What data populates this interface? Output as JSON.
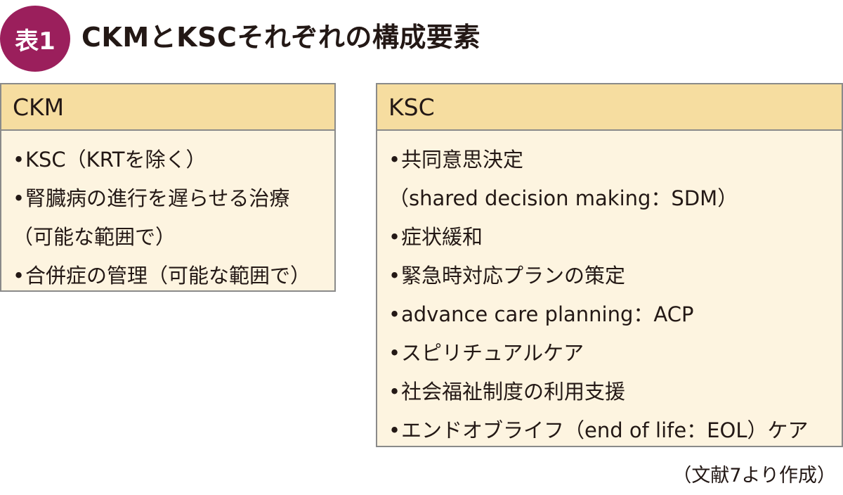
{
  "header": {
    "badge": "表1",
    "title": "CKMとKSCそれぞれの構成要素"
  },
  "ckm": {
    "heading": "CKM",
    "items": [
      {
        "bullet": "•",
        "text": "KSC（KRTを除く）"
      },
      {
        "bullet": "•",
        "text": "腎臓病の進行を遅らせる治療",
        "cont": "（可能な範囲で）"
      },
      {
        "bullet": "•",
        "text": "合併症の管理（可能な範囲で）"
      }
    ]
  },
  "ksc": {
    "heading": "KSC",
    "items": [
      {
        "bullet": "•",
        "text": "共同意思決定",
        "cont": "（shared decision making：SDM）"
      },
      {
        "bullet": "•",
        "text": "症状緩和"
      },
      {
        "bullet": "•",
        "text": "緊急時対応プランの策定"
      },
      {
        "bullet": "•",
        "text": "advance care planning：ACP"
      },
      {
        "bullet": "•",
        "text": "スピリチュアルケア"
      },
      {
        "bullet": "•",
        "text": "社会福祉制度の利用支援"
      },
      {
        "bullet": "•",
        "text": "エンドオブライフ（end of life：EOL）ケア"
      }
    ]
  },
  "footer": {
    "source": "（文献7より作成）"
  },
  "colors": {
    "badge": "#9b1f5c",
    "header_fill": "#f6dda0",
    "body_fill": "#fdf4e0",
    "border": "#8a8a8a"
  }
}
